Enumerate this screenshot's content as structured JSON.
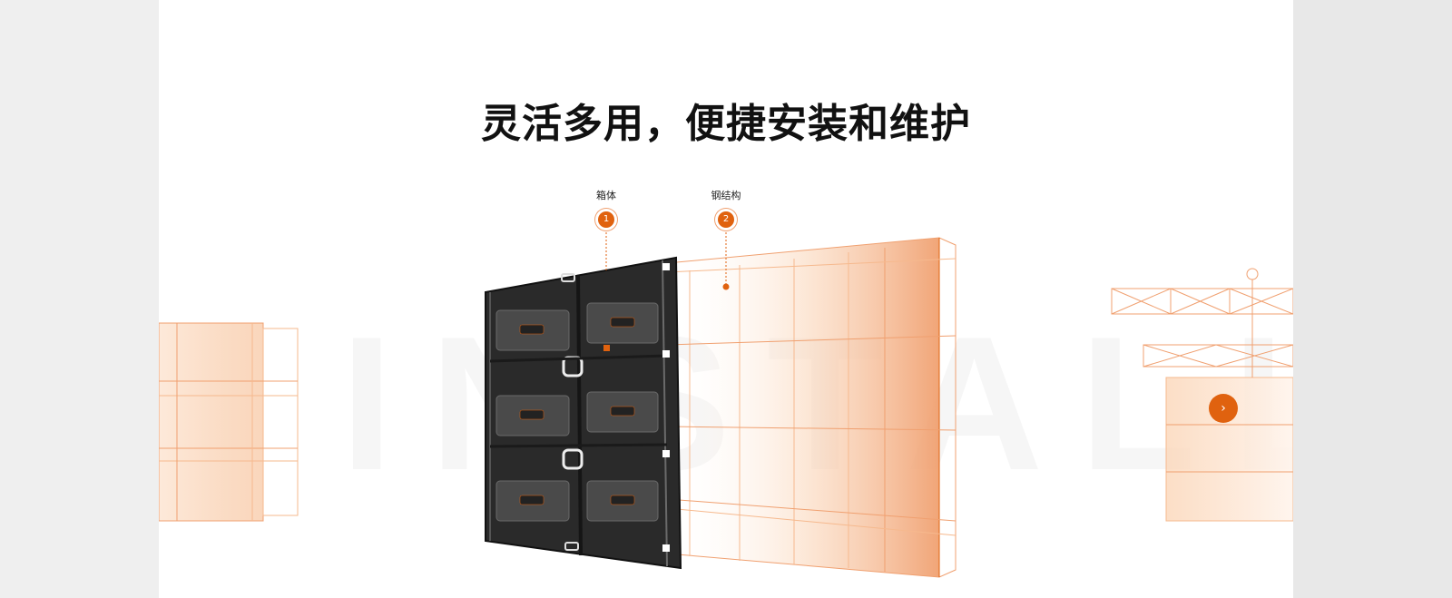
{
  "section": {
    "title": "灵活多用，便捷安装和维护",
    "background_word": "INSTALL"
  },
  "callouts": [
    {
      "number": "1",
      "label": "箱体"
    },
    {
      "number": "2",
      "label": "钢结构"
    }
  ],
  "carousel": {
    "next_icon": "›"
  },
  "colors": {
    "accent": "#e0620f",
    "frame_line": "#f0a070",
    "cabinet_dark": "#2a2a2a"
  }
}
